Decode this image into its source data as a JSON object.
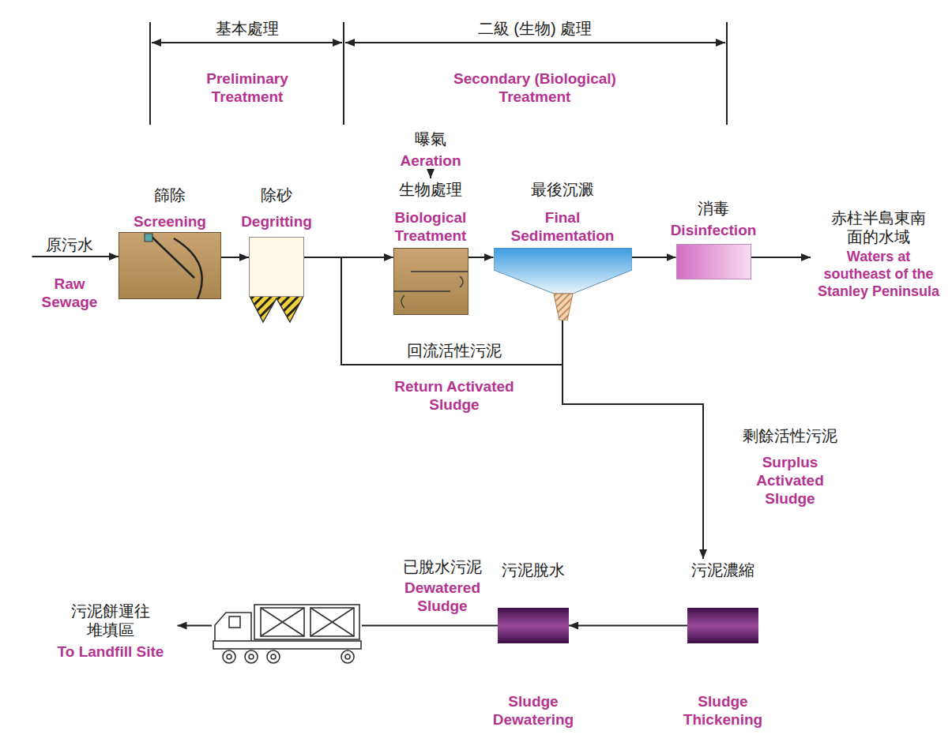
{
  "diagram": {
    "nodes": [
      {
        "text": [
          "原污水",
          "Raw Sewage"
        ]
      },
      {
        "text": [
          "篩除",
          "Screening"
        ]
      },
      {
        "text": [
          "除砂",
          "Degritting"
        ]
      },
      {
        "text": [
          "曝氣",
          "Aeration"
        ]
      },
      {
        "text": [
          "生物處理",
          "Biological Treatment"
        ]
      },
      {
        "text": [
          "最後沉澱",
          "Final Sedimentation"
        ]
      },
      {
        "text": [
          "消毒",
          "Disinfection"
        ]
      },
      {
        "text": [
          "赤柱半島東南 面的水域",
          "Waters at southeast of the Stanley Peninsula"
        ]
      },
      {
        "text": [
          "污泥濃縮",
          "Sludge Thickening"
        ]
      },
      {
        "text": [
          "污泥脫水",
          "Sludge Dewatering"
        ]
      },
      {
        "text": [
          "污泥餅運往 堆填區",
          "To Landfill Site"
        ]
      }
    ],
    "edges": [
      {
        "from": 0,
        "to": 1,
        "arrow": "to"
      },
      {
        "from": 1,
        "to": 2,
        "arrow": "to"
      },
      {
        "from": 2,
        "to": 4,
        "arrow": "to"
      },
      {
        "from": 3,
        "to": 4,
        "arrow": "to"
      },
      {
        "from": 4,
        "to": 5,
        "arrow": "to"
      },
      {
        "from": 5,
        "to": 6,
        "arrow": "to"
      },
      {
        "from": 6,
        "to": 7,
        "arrow": "to"
      },
      {
        "from": 5,
        "to": 4,
        "arrow": "to"
      },
      {
        "from": 5,
        "to": 8,
        "arrow": "to"
      },
      {
        "from": 8,
        "to": 9,
        "arrow": "to"
      },
      {
        "from": 9,
        "to": 10,
        "arrow": "to"
      }
    ],
    "labels": [
      "基本處理",
      "Preliminary Treatment",
      "二級 (生物) 處理",
      "Secondary (Biological) Treatment",
      "回流活性污泥",
      "Return Activated Sludge",
      "剩餘活性污泥",
      "Surplus Activated Sludge",
      "已脫水污泥",
      "Dewatered Sludge"
    ]
  }
}
